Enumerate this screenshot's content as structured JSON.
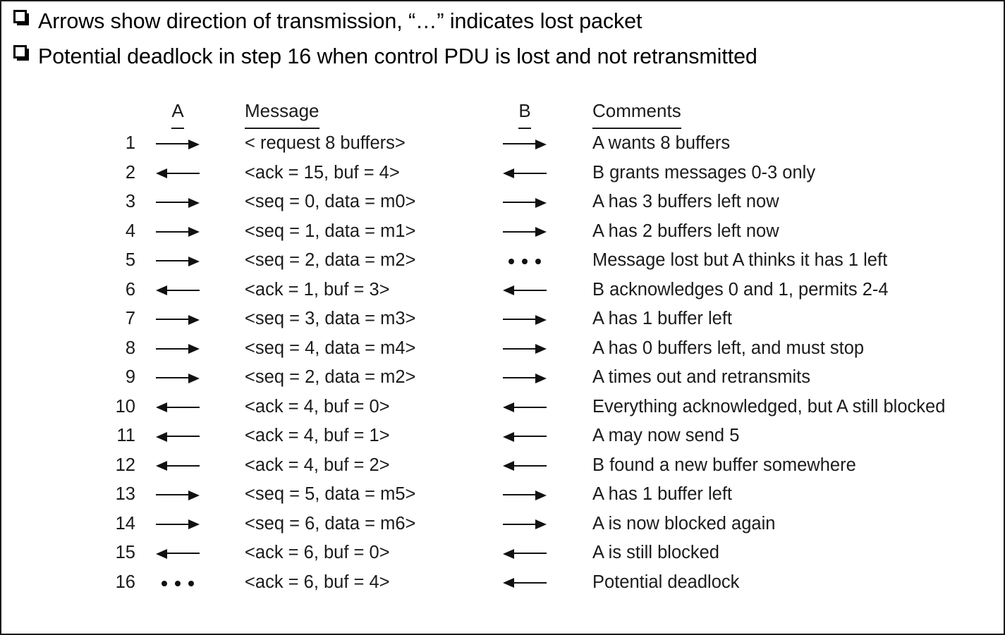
{
  "slide": {
    "border_color": "#1a1a1a",
    "background": "#ffffff",
    "text_color": "#1b1b1b"
  },
  "bullets": [
    {
      "marker": "square-bullet-icon",
      "text": "Arrows show direction of transmission, “…” indicates lost packet"
    },
    {
      "marker": "square-bullet-icon",
      "text": "Potential deadlock in step 16 when control PDU is lost and not retransmitted"
    }
  ],
  "table": {
    "headers": {
      "number": "",
      "a": "A",
      "message": "Message",
      "b": "B",
      "comments": "Comments"
    },
    "rows": [
      {
        "num": "1",
        "a": "right",
        "message": "< request 8 buffers>",
        "b": "right",
        "comment": "A wants 8 buffers"
      },
      {
        "num": "2",
        "a": "left",
        "message": "<ack = 15, buf = 4>",
        "b": "left",
        "comment": "B grants messages 0-3 only"
      },
      {
        "num": "3",
        "a": "right",
        "message": "<seq = 0, data = m0>",
        "b": "right",
        "comment": "A has 3 buffers left now"
      },
      {
        "num": "4",
        "a": "right",
        "message": "<seq = 1, data = m1>",
        "b": "right",
        "comment": "A has 2 buffers left now"
      },
      {
        "num": "5",
        "a": "right",
        "message": "<seq = 2, data = m2>",
        "b": "dots",
        "comment": "Message lost but A thinks it has 1 left"
      },
      {
        "num": "6",
        "a": "left",
        "message": "<ack = 1, buf = 3>",
        "b": "left",
        "comment": "B acknowledges 0 and 1, permits 2-4"
      },
      {
        "num": "7",
        "a": "right",
        "message": "<seq = 3, data = m3>",
        "b": "right",
        "comment": "A has 1 buffer left"
      },
      {
        "num": "8",
        "a": "right",
        "message": "<seq = 4, data = m4>",
        "b": "right",
        "comment": "A has 0 buffers left, and must stop"
      },
      {
        "num": "9",
        "a": "right",
        "message": "<seq = 2, data = m2>",
        "b": "right",
        "comment": "A times out and retransmits"
      },
      {
        "num": "10",
        "a": "left",
        "message": "<ack = 4, buf = 0>",
        "b": "left",
        "comment": "Everything acknowledged, but A still blocked"
      },
      {
        "num": "11",
        "a": "left",
        "message": "<ack = 4, buf = 1>",
        "b": "left",
        "comment": "A may now send 5"
      },
      {
        "num": "12",
        "a": "left",
        "message": "<ack = 4, buf = 2>",
        "b": "left",
        "comment": "B found a new buffer somewhere"
      },
      {
        "num": "13",
        "a": "right",
        "message": "<seq = 5, data = m5>",
        "b": "right",
        "comment": "A has 1 buffer left"
      },
      {
        "num": "14",
        "a": "right",
        "message": "<seq = 6, data = m6>",
        "b": "right",
        "comment": "A is now blocked again"
      },
      {
        "num": "15",
        "a": "left",
        "message": "<ack = 6, buf = 0>",
        "b": "left",
        "comment": "A is still blocked"
      },
      {
        "num": "16",
        "a": "dots",
        "message": "<ack = 6, buf = 4>",
        "b": "left",
        "comment": "Potential deadlock"
      }
    ]
  }
}
